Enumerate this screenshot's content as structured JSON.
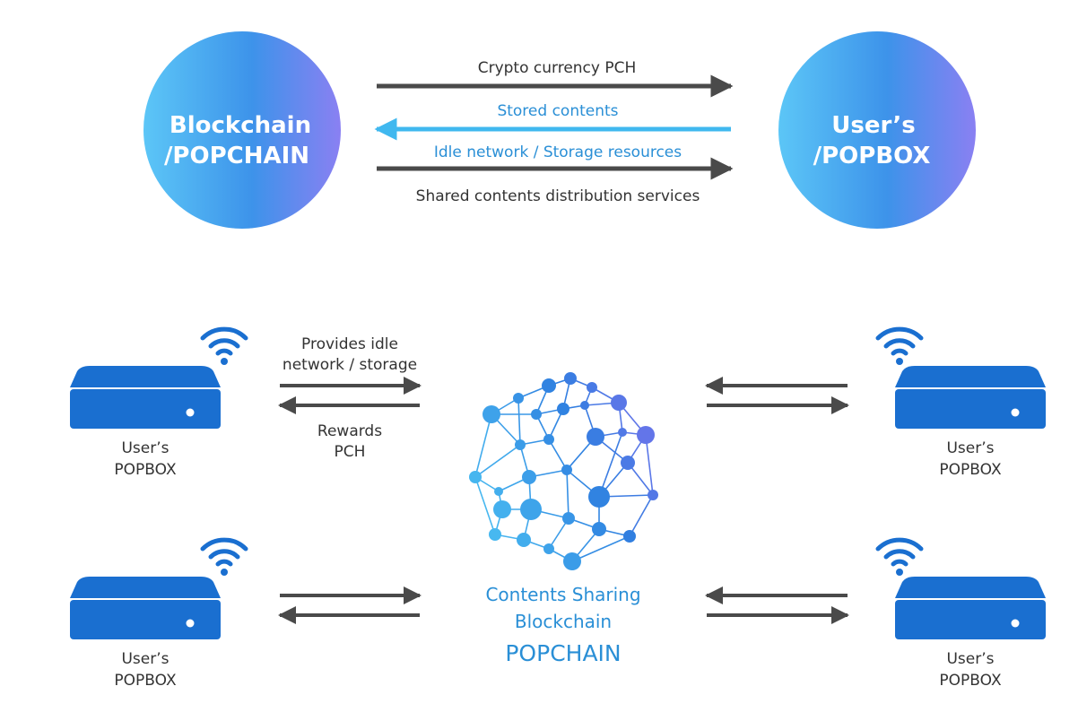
{
  "colors": {
    "dark_arrow": "#4a4a4a",
    "light_arrow": "#40b8ef",
    "label_dark": "#333333",
    "label_blue": "#2a8fd6",
    "box_blue": "#1a6fd0",
    "network_blue": "#3b8fe4",
    "network_purple": "#8a6ef0"
  },
  "top": {
    "left_circle": {
      "line1": "Blockchain",
      "line2": "/POPCHAIN"
    },
    "right_circle": {
      "line1": "User’s",
      "line2": "/POPBOX"
    },
    "flows": [
      {
        "label": "Crypto currency PCH",
        "direction": "right",
        "style": "dark"
      },
      {
        "label": "Stored contents",
        "direction": "left",
        "style": "light"
      },
      {
        "label": "Idle network / Storage resources",
        "direction": "right",
        "style": "dark"
      },
      {
        "label": "Shared contents distribution services",
        "direction": "right",
        "style": "dark"
      }
    ]
  },
  "bottom": {
    "exchange_labels": {
      "provides_line1": "Provides idle",
      "provides_line2": "network / storage",
      "rewards_line1": "Rewards",
      "rewards_line2": "PCH"
    },
    "boxes": [
      {
        "line1": "User’s",
        "line2": "POPBOX"
      },
      {
        "line1": "User’s",
        "line2": "POPBOX"
      },
      {
        "line1": "User’s",
        "line2": "POPBOX"
      },
      {
        "line1": "User’s",
        "line2": "POPBOX"
      }
    ],
    "center": {
      "line1": "Contents Sharing",
      "line2": "Blockchain",
      "line3": "POPCHAIN"
    }
  }
}
